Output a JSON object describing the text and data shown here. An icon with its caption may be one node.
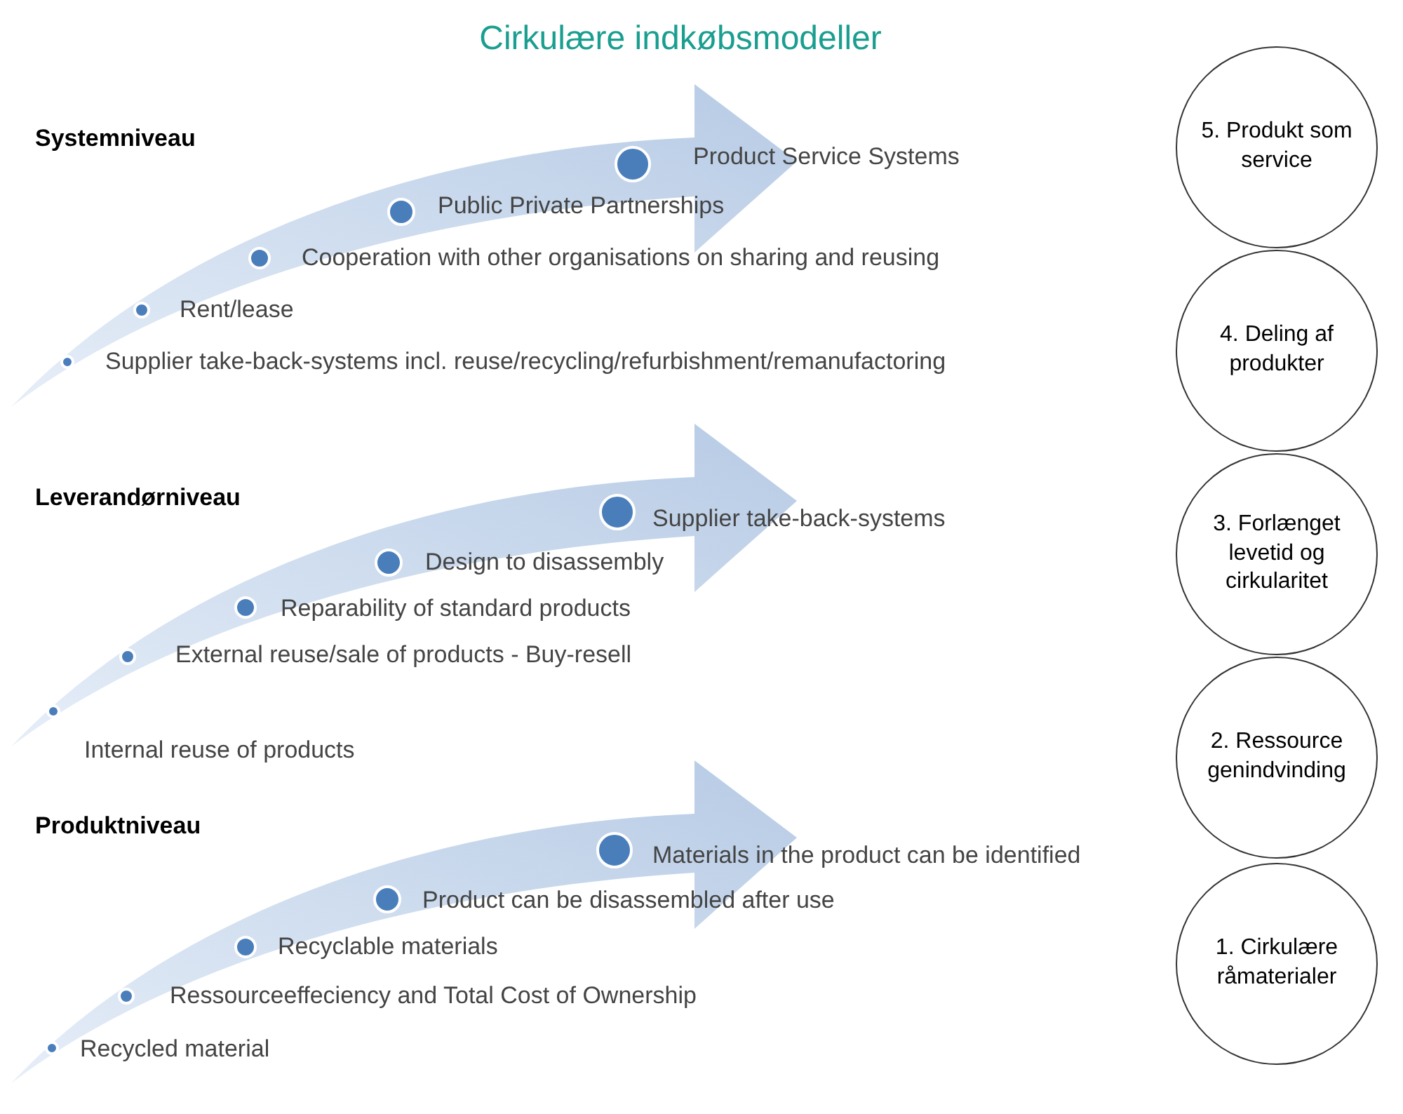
{
  "diagram": {
    "title": "Cirkulære indkøbsmodeller",
    "nodes": [
      {
        "text": [
          "5. Produkt som service"
        ]
      },
      {
        "text": [
          "4. Deling af produkter"
        ]
      },
      {
        "text": [
          "3. Forlænget levetid og cirkularitet"
        ]
      },
      {
        "text": [
          "2. Ressource genindvinding"
        ]
      },
      {
        "text": [
          "1. Cirkulære råmaterialer"
        ]
      }
    ],
    "edges": [],
    "labels": [
      "Systemniveau",
      "Product Service Systems",
      "Public Private Partnerships",
      "Cooperation with other organisations on sharing and reusing",
      "Rent/lease",
      "Supplier take-back-systems incl. reuse/recycling/refurbishment/remanufactoring",
      "Leverandørniveau",
      "Supplier take-back-systems",
      "Design to disassembly",
      "Reparability of standard products",
      "External reuse/sale of products - Buy-resell",
      "Internal reuse of products",
      "Produktniveau",
      "Materials in the product can be identified",
      "Product can be disassembled after use",
      "Recyclable materials",
      "Ressourceeffeciency and Total Cost of Ownership",
      "Recycled material"
    ]
  }
}
